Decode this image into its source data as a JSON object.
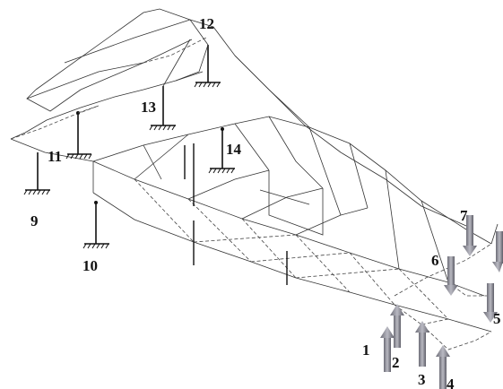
{
  "supports": [
    {
      "id": "support-9",
      "label": "9"
    },
    {
      "id": "support-10",
      "label": "10"
    },
    {
      "id": "support-11",
      "label": "11"
    },
    {
      "id": "support-12",
      "label": "12"
    },
    {
      "id": "support-13",
      "label": "13"
    },
    {
      "id": "support-14",
      "label": "14"
    }
  ],
  "loads": [
    {
      "id": "load-1",
      "label": "1",
      "direction": "up"
    },
    {
      "id": "load-2",
      "label": "2",
      "direction": "up"
    },
    {
      "id": "load-3",
      "label": "3",
      "direction": "up"
    },
    {
      "id": "load-4",
      "label": "4",
      "direction": "up"
    },
    {
      "id": "load-5",
      "label": "5",
      "direction": "down"
    },
    {
      "id": "load-6",
      "label": "6",
      "direction": "down"
    },
    {
      "id": "load-7",
      "label": "7",
      "direction": "down"
    }
  ],
  "colors": {
    "arrow_fill": "#8e8e98",
    "arrow_shade": "#5e5e68",
    "line": "#333333"
  }
}
